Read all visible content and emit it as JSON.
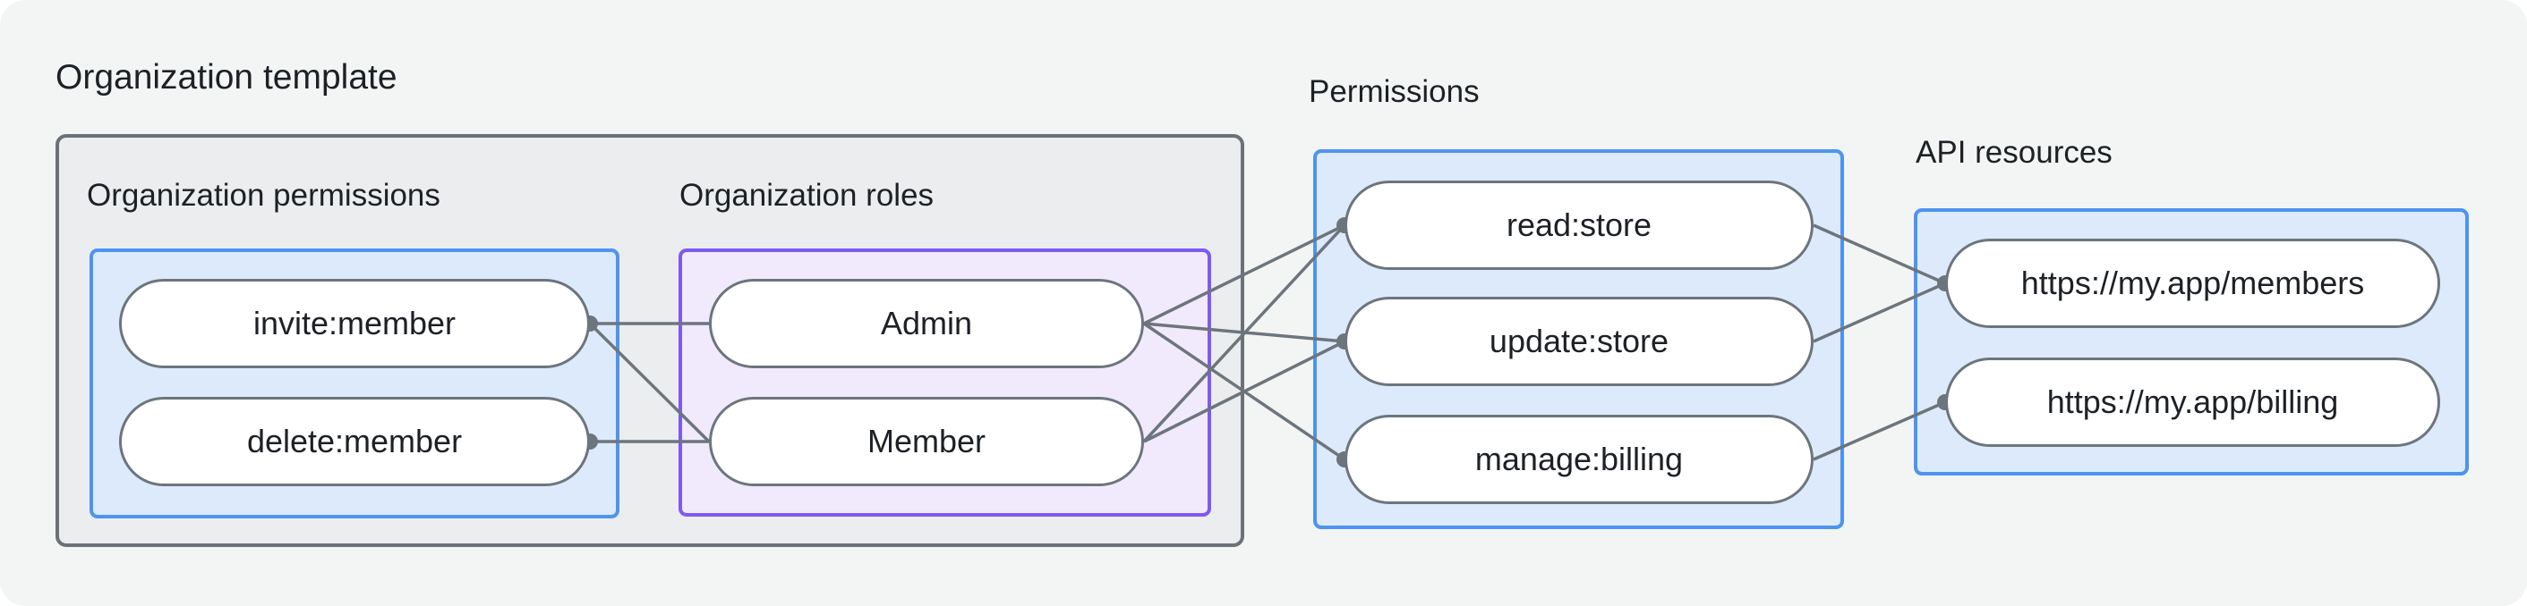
{
  "title": "Organization template",
  "sections": {
    "org_permissions": {
      "label": "Organization permissions",
      "items": [
        "invite:member",
        "delete:member"
      ]
    },
    "org_roles": {
      "label": "Organization roles",
      "items": [
        "Admin",
        "Member"
      ]
    },
    "permissions": {
      "label": "Permissions",
      "items": [
        "read:store",
        "update:store",
        "manage:billing"
      ]
    },
    "api_resources": {
      "label": "API resources",
      "items": [
        "https://my.app/members",
        "https://my.app/billing"
      ]
    }
  },
  "edges": [
    {
      "from": "invite:member",
      "to": "Admin"
    },
    {
      "from": "invite:member",
      "to": "Member"
    },
    {
      "from": "delete:member",
      "to": "Member"
    },
    {
      "from": "Admin",
      "to": "read:store"
    },
    {
      "from": "Admin",
      "to": "update:store"
    },
    {
      "from": "Admin",
      "to": "manage:billing"
    },
    {
      "from": "Member",
      "to": "read:store"
    },
    {
      "from": "Member",
      "to": "update:store"
    },
    {
      "from": "read:store",
      "to": "https://my.app/members"
    },
    {
      "from": "update:store",
      "to": "https://my.app/members"
    },
    {
      "from": "manage:billing",
      "to": "https://my.app/billing"
    }
  ],
  "colors": {
    "background": "#f3f5f5",
    "template_box_fill": "#ebedee",
    "template_box_border": "#6b7177",
    "blue_box_fill": "#ddeafb",
    "blue_box_border": "#4d94ef",
    "purple_box_fill": "#f1eafd",
    "purple_box_border": "#7d5af2",
    "node_fill": "#ffffff",
    "node_border": "#6d757c",
    "connector": "#6d757c",
    "text": "#1d2126"
  }
}
